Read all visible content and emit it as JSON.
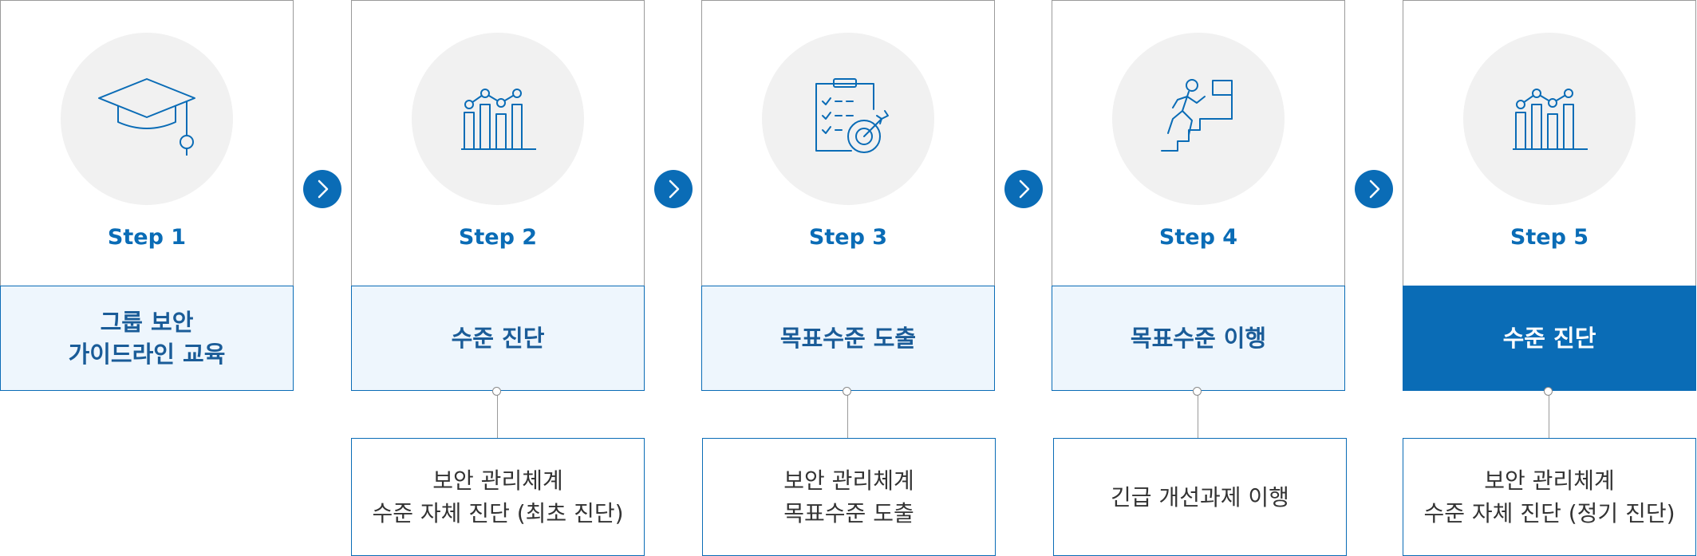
{
  "steps": [
    {
      "label": "Step 1",
      "title": "그룹 보안\n가이드라인 교육",
      "icon": "graduation-cap-icon",
      "active": false,
      "detail": ""
    },
    {
      "label": "Step 2",
      "title": "수준 진단",
      "icon": "bar-line-chart-icon",
      "active": false,
      "detail": "보안 관리체계\n수준 자체 진단 (최초 진단)"
    },
    {
      "label": "Step 3",
      "title": "목표수준 도출",
      "icon": "clipboard-target-icon",
      "active": false,
      "detail": "보안 관리체계\n목표수준 도출"
    },
    {
      "label": "Step 4",
      "title": "목표수준 이행",
      "icon": "runner-flag-icon",
      "active": false,
      "detail": "긴급 개선과제 이행"
    },
    {
      "label": "Step 5",
      "title": "수준 진단",
      "icon": "bar-line-chart-icon",
      "active": true,
      "detail": "보안 관리체계\n수준 자체 진단 (정기 진단)"
    }
  ],
  "colors": {
    "accent": "#0a6cb6",
    "title_bg": "#eef6fd",
    "active_bg": "#0a6cb6",
    "circle_bg": "#f1f1f1"
  }
}
